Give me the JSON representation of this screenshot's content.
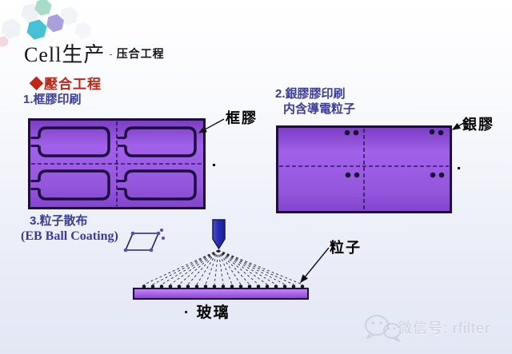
{
  "slide": {
    "title": {
      "main": "Cell生产",
      "separator": "-",
      "sub": "压合工程"
    },
    "section_heading": {
      "bullet": "◆",
      "text": "壓合工程"
    },
    "steps": [
      {
        "label": "1.框膠印刷"
      },
      {
        "line1": "2.銀膠膠印刷",
        "line2": "内含導電粒子"
      },
      {
        "line1": "3.粒子散布",
        "line2": "(EB Ball Coating)"
      }
    ],
    "callouts": {
      "frame_glue": "框膠",
      "silver_glue": "銀膠",
      "particle": "粒子",
      "glass_bullet": "·",
      "glass": "玻璃"
    },
    "watermark": {
      "icon": "wechat-icon",
      "text": "微信号: rfilter"
    },
    "colors": {
      "heading_red": "#c32514",
      "step_blue": "#3b3b9e",
      "panel_fill": "#9b59e6",
      "panel_border": "#1d0c40",
      "nozzle_blue": "#2a30b8",
      "glass_fill": "#a864e8",
      "watermark_gray": "#ccd0e0",
      "hex_teal": "#45c2d4",
      "hex_green": "#a6dcc9",
      "hex_lavender": "#aaa0dd"
    }
  }
}
